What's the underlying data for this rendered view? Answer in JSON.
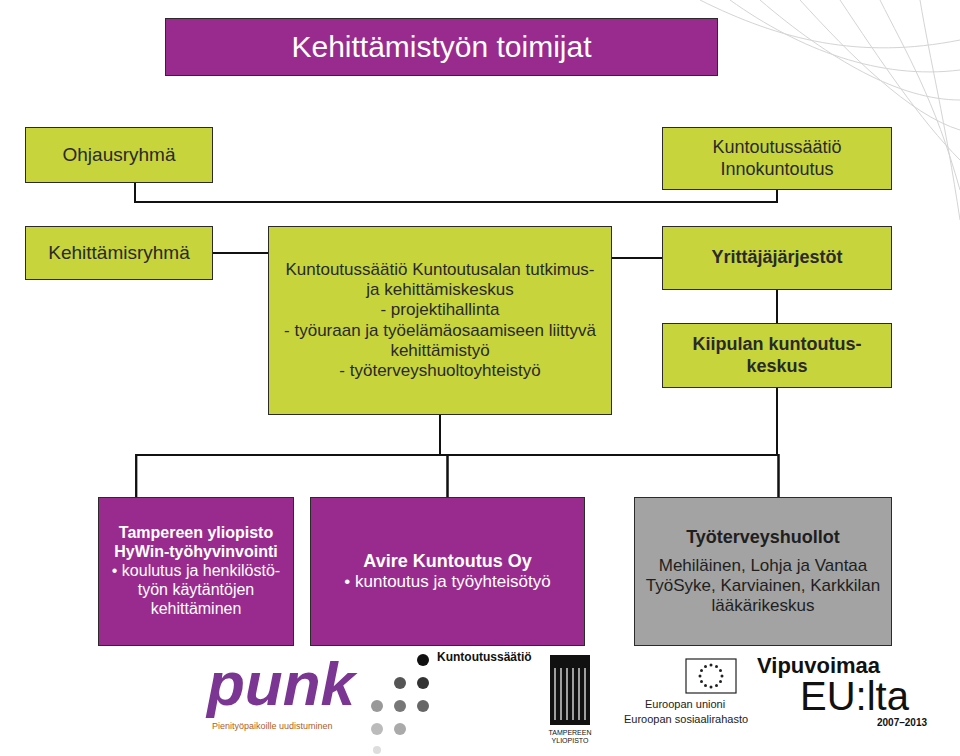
{
  "diagram": {
    "title": "Kehittämistyön toimijat",
    "nodes": [
      {
        "text": [
          "Ohjausryhmä"
        ]
      },
      {
        "text": [
          "Kuntoutussäätiö Innokuntoutus"
        ]
      },
      {
        "text": [
          "Kehittämisryhmä"
        ]
      },
      {
        "text": [
          "Kuntoutussäätiö Kuntoutusalan tutkimus- ja kehittämiskeskus",
          "- projektihallinta",
          "- työuraan ja työelämäosaamiseen liittyvä kehittämistyö",
          "- työterveyshuoltoyhteistyö"
        ]
      },
      {
        "text": [
          "Yrittäjäjärjestöt"
        ]
      },
      {
        "text": [
          "Kiipulan kuntoutus- keskus"
        ]
      },
      {
        "text": [
          "Tampereen yliopisto HyWin-työhyvinvointi",
          "• koulutus ja henkilöstö- työn käytäntöjen kehittäminen"
        ]
      },
      {
        "text": [
          "Avire Kuntoutus Oy",
          "• kuntoutus ja työyhteisötyö"
        ]
      },
      {
        "text": [
          "Työterveyshuollot",
          "Mehiläinen, Lohja ja Vantaa TyöSyke, Karviainen, Karkkilan lääkärikeskus"
        ]
      }
    ],
    "edges": [
      {
        "from": 0,
        "to": 1,
        "arrow": "none"
      },
      {
        "from": 2,
        "to": 3,
        "arrow": "none"
      },
      {
        "from": 3,
        "to": 4,
        "arrow": "none"
      },
      {
        "from": 4,
        "to": 5,
        "arrow": "none"
      },
      {
        "from": 3,
        "to": 6,
        "arrow": "none"
      },
      {
        "from": 3,
        "to": 7,
        "arrow": "none"
      },
      {
        "from": 3,
        "to": 8,
        "arrow": "none"
      },
      {
        "from": 5,
        "to": 6,
        "arrow": "none"
      },
      {
        "from": 5,
        "to": 7,
        "arrow": "none"
      },
      {
        "from": 5,
        "to": 8,
        "arrow": "none"
      }
    ],
    "labels": [
      "Kuntoutussäätiö",
      "punk",
      "Pienityöpaikoille uudistuminen",
      "TAMPEREEN YLIOPISTO",
      "Euroopan unioni",
      "Euroopan sosiaalirahasto",
      "Vipuvoimaa",
      "EU:lta",
      "2007–2013"
    ]
  }
}
